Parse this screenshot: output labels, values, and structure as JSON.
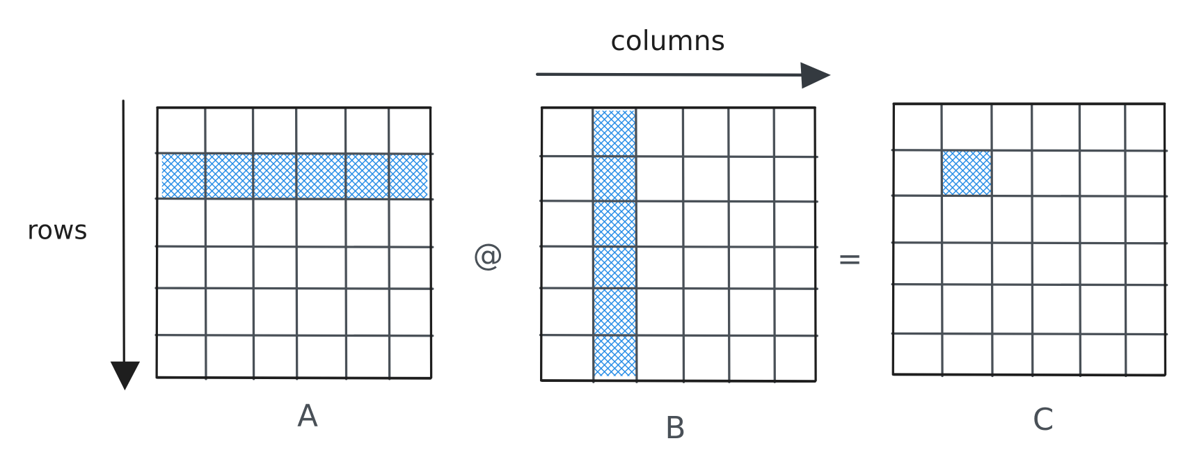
{
  "labels": {
    "columns": "columns",
    "rows": "rows",
    "operator_matmul": "@",
    "operator_equals": "=",
    "matrix_a": "A",
    "matrix_b": "B",
    "matrix_c": "C"
  },
  "matrices": {
    "grid_size": 6,
    "a_highlight": {
      "kind": "row",
      "index": 1
    },
    "b_highlight": {
      "kind": "column",
      "index": 1
    },
    "c_highlight": {
      "kind": "cell",
      "row": 1,
      "column": 1
    }
  },
  "colors": {
    "grid": "#495057",
    "border": "#1e1e1e",
    "highlight": "#1e88e5"
  }
}
